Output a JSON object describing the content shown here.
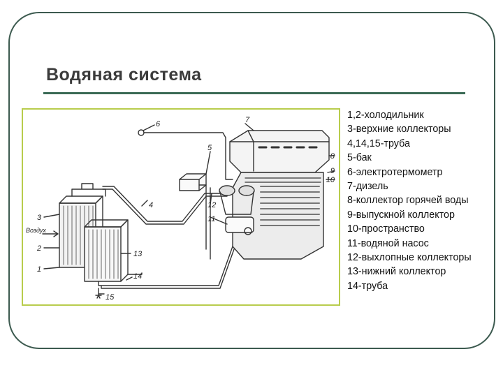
{
  "slide": {
    "title": "Водяная система"
  },
  "figure": {
    "callouts": [
      "1",
      "2",
      "3",
      "4",
      "5",
      "6",
      "7",
      "8",
      "9",
      "10",
      "11",
      "12",
      "13",
      "14",
      "15"
    ],
    "air_label": "Воздух"
  },
  "legend": {
    "items": [
      "1,2-холодильник",
      "3-верхние коллекторы",
      "4,14,15-труба",
      "5-бак",
      "6-электротермометр",
      "7-дизель",
      "8-коллектор горячей воды",
      "9-выпускной коллектор",
      "10-пространство",
      "11-водяной насос",
      "12-выхлопные коллекторы",
      "13-нижний коллектор",
      "14-труба"
    ]
  }
}
